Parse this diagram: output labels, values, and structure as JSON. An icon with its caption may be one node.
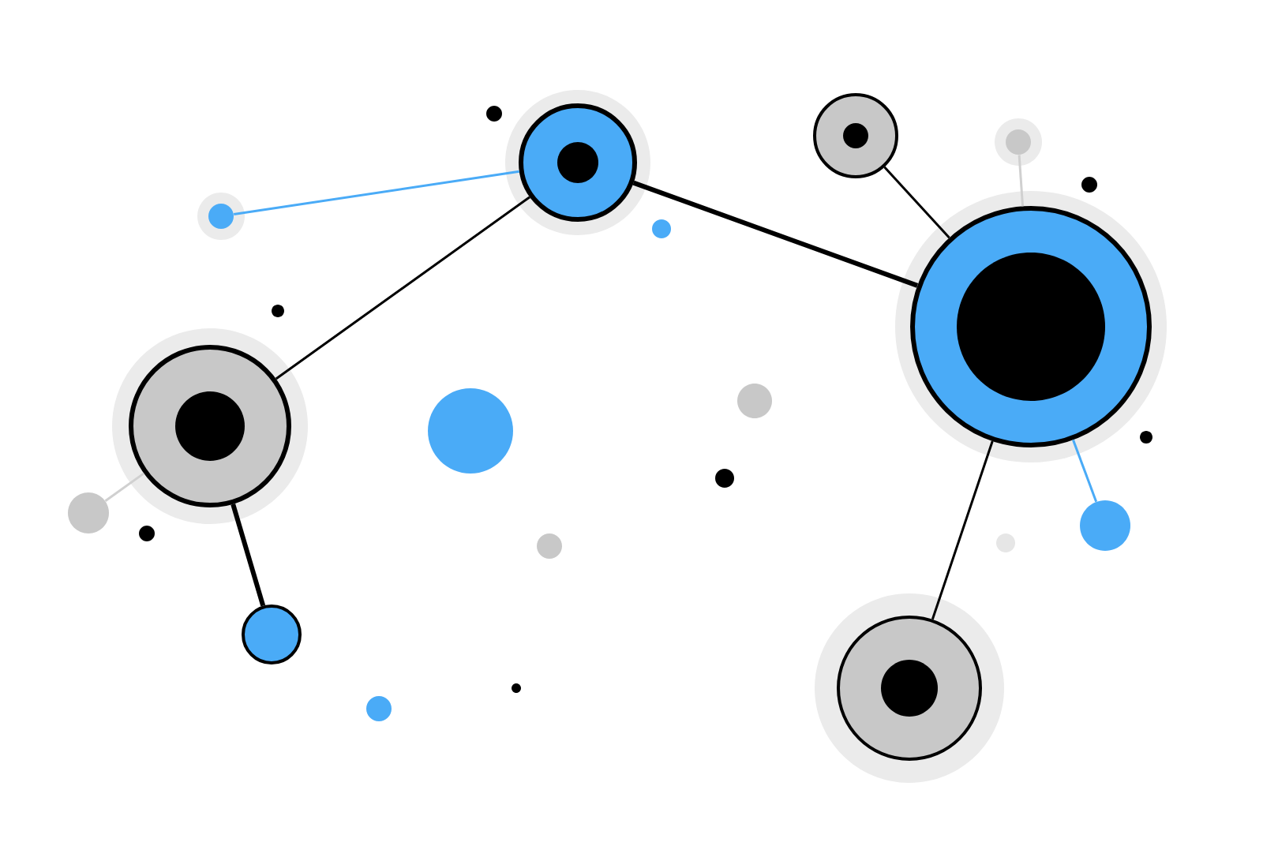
{
  "diagram": {
    "nodes": [
      {
        "text": [],
        "shape": "circle"
      },
      {
        "text": [],
        "shape": "circle"
      },
      {
        "text": [],
        "shape": "circle"
      },
      {
        "text": [],
        "shape": "circle"
      },
      {
        "text": [],
        "shape": "circle"
      },
      {
        "text": [],
        "shape": "circle"
      },
      {
        "text": [],
        "shape": "circle"
      },
      {
        "text": [],
        "shape": "circle"
      },
      {
        "text": [],
        "shape": "circle"
      },
      {
        "text": [],
        "shape": "circle"
      }
    ],
    "edges": [
      {
        "from": 0,
        "to": 1,
        "arrow": "none",
        "color": "#4aabf7"
      },
      {
        "from": 1,
        "to": 2,
        "arrow": "none"
      },
      {
        "from": 1,
        "to": 4,
        "arrow": "none",
        "style": "thick"
      },
      {
        "from": 2,
        "to": 3,
        "arrow": "none",
        "style": "thick"
      },
      {
        "from": 5,
        "to": 4,
        "arrow": "none"
      },
      {
        "from": 6,
        "to": 4,
        "arrow": "none",
        "color": "#d0d0d0"
      },
      {
        "from": 4,
        "to": 7,
        "arrow": "none",
        "color": "#4aabf7"
      },
      {
        "from": 4,
        "to": 8,
        "arrow": "none"
      },
      {
        "from": 9,
        "to": 2,
        "arrow": "none",
        "color": "#d0d0d0"
      }
    ]
  }
}
